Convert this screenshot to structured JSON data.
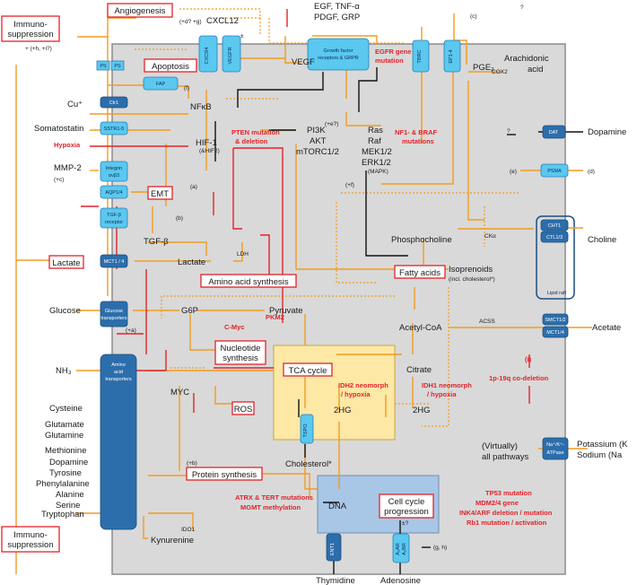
{
  "boxes": {
    "angiogenesis": "Angiogenesis",
    "immuno_top": "Immuno-",
    "immuno_top2": "suppression",
    "apoptosis": "Apoptosis",
    "emt": "EMT",
    "lactate": "Lactate",
    "amino_acid_synthesis": "Amino acid synthesis",
    "nucleotide": "Nucleotide",
    "nucleotide2": "synthesis",
    "tca": "TCA cycle",
    "ros": "ROS",
    "protein_synthesis": "Protein synthesis",
    "fatty_acids": "Fatty acids",
    "cell_cycle": "Cell cycle",
    "cell_cycle2": "progression",
    "immuno_bottom": "Immuno-",
    "immuno_bottom2": "suppression"
  },
  "labels": {
    "cxcl12": "CXCL12",
    "egf": "EGF, TNF-α",
    "pdgf": "PDGF, GRP",
    "vegf": "VEGF",
    "pge2": "PGE₂",
    "arachidonic": "Arachidonic",
    "arachidonic2": "acid",
    "cox2": "COX2",
    "nfkb": "NFκB",
    "cu": "Cu⁺",
    "somatostatin": "Somatostatin",
    "hypoxia": "Hypoxia",
    "hif1": "HIF-1",
    "hif1_sub": "(&HIF2)",
    "mmp2": "MMP-2",
    "tgfb": "TGF-β",
    "pi3k": "PI3K",
    "akt": "AKT",
    "mtorc": "mTORC1/2",
    "ras": "Ras",
    "raf": "Raf",
    "mek": "MEK1/2",
    "erk": "ERK1/2",
    "mapk": "(MAPK)",
    "dopamine_r": "Dopamine",
    "choline": "Choline",
    "phosphocholine": "Phosphocholine",
    "isoprenoids": "Isoprenoids",
    "isoprenoids_sub": "(incl. cholesterol*)",
    "lipid_raft": "Lipid raft",
    "glucose": "Glucose",
    "g6p": "G6P",
    "pyruvate": "Pyruvate",
    "acetylcoa": "Acetyl-CoA",
    "acetate": "Acetate",
    "acss": "ACSS",
    "ldh": "LDH",
    "lactate_in": "Lactate",
    "nh3": "NH₃",
    "citrate": "Citrate",
    "myc": "MYC",
    "twohg_a": "2HG",
    "twohg_b": "2HG",
    "cysteine": "Cysteine",
    "glutamate": "Glutamate",
    "glutamine": "Glutamine",
    "methionine": "Methionine",
    "dopamine_l": "Dopamine",
    "tyrosine": "Tyrosine",
    "phenylalanine": "Phenylalanine",
    "alanine": "Alanine",
    "serine": "Serine",
    "tryptophan": "Tryptophan",
    "kynurenine": "Kynurenine",
    "ido1": "IDO1",
    "cholesterol": "Cholesterol*",
    "dna": "DNA",
    "thymidine": "Thymidine",
    "adenosine": "Adenosine",
    "virtually": "(Virtually)",
    "all_pathways": "all pathways",
    "potassium": "Potassium (K",
    "sodium": "Sodium (Na",
    "ckα": "CKα",
    "q": "?",
    "q2": "?",
    "c": "(c)",
    "d": "(d)",
    "e": "(e)",
    "f": "(f)",
    "a": "(a)",
    "b": "(b)",
    "pb": "(+b)",
    "pa": "(+a)",
    "pc": "(+c)",
    "pf": "(+f)",
    "pe": "(+e?)",
    "pd": "(+d? +g)",
    "ph": "+ (+h, +i?)",
    "gh": "(g, h)",
    "i": "(i)",
    "q3": "±?",
    "pm": "±"
  },
  "red": {
    "egfr": "EGFR gene",
    "egfr2": "mutation",
    "pten": "PTEN mutation",
    "pten2": "& deletion",
    "nf1": "NF1- & BRAF",
    "nf1b": "mutations",
    "cmyc": "C-Myc",
    "pkm2": "PKM2",
    "idh2": "IDH2 neomorph",
    "idh2b": "/ hypoxia",
    "idh1": "IDH1 neomorph",
    "idh1b": "/ hypoxia",
    "p19q": "1p-19q co-deletion",
    "tp53": "TP53 mutation",
    "mdm2": "MDM2/4 gene",
    "ink4": "INK4/ARF deletion / mutation",
    "rb1": "Rb1 mutation / activation",
    "atrx": "ATRX & TERT mutations",
    "mgmt": "MGMT methylation"
  },
  "transporters": {
    "cxcr4": "CXCR4",
    "vegfr": "VEGFR",
    "gfr": "Growth factor",
    "gfr2": "receptors & GRPR",
    "tbrc": "TBRC",
    "ep4": "EP1-4",
    "ps1": "PS",
    "ps2": "PS",
    "fap": "FAP",
    "ctr1": "Ctr1",
    "sstr": "SSTR1-5",
    "integrin": "Integrin",
    "integrin2": "αvβ3",
    "aqp": "AQP1/4",
    "tgfr": "TGF-β",
    "tgfr2": "receptor",
    "mct_l": "MCT1 / 4",
    "glut": "Glucose",
    "glut2": "transporters",
    "aat": "Amino",
    "aat2": "acid",
    "aat3": "transporters",
    "dat": "DAT",
    "psma": "PSMA",
    "cht": "CHT1",
    "ctl": "CTL1/3",
    "smct": "SMCT1/2",
    "mct_r": "MCT1/4",
    "nak": "Na⁺/K⁺-",
    "nak2": "ATPase",
    "tspo": "TSPO",
    "ent": "ENT1",
    "a2": "A₂AR",
    "a2b": "A₂BR"
  }
}
